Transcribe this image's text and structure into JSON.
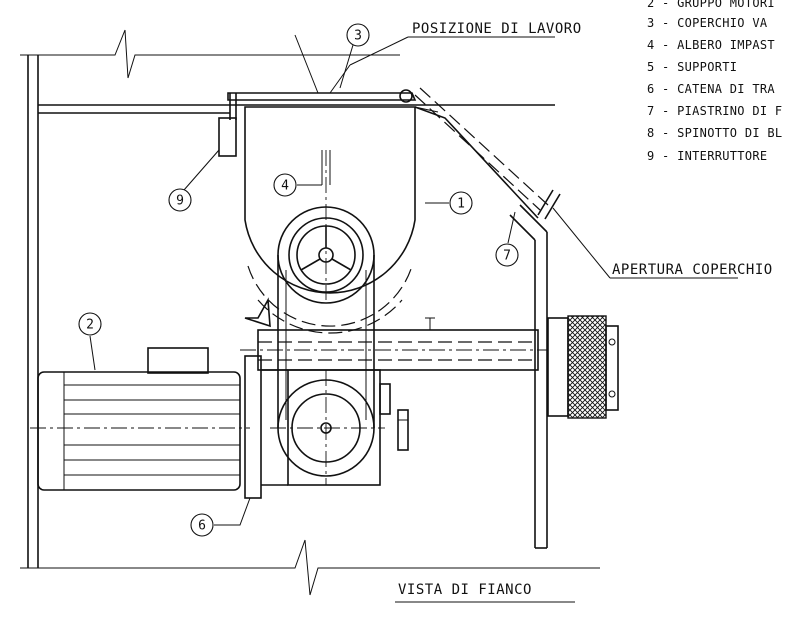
{
  "labels": {
    "working_position": "POSIZIONE DI LAVORO",
    "cover_opening": "APERTURA COPERCHIO",
    "side_view": "VISTA DI FIANCO"
  },
  "legend": [
    "2 - GRUPPO MOTORI",
    "3 - COPERCHIO VA",
    "4 - ALBERO IMPAST",
    "5 - SUPPORTI",
    "6 - CATENA DI TRA",
    "7 - PIASTRINO DI F",
    "8 - SPINOTTO DI BL",
    "9 - INTERRUTTORE"
  ],
  "callouts": [
    "1",
    "2",
    "3",
    "4",
    "6",
    "7",
    "9"
  ]
}
